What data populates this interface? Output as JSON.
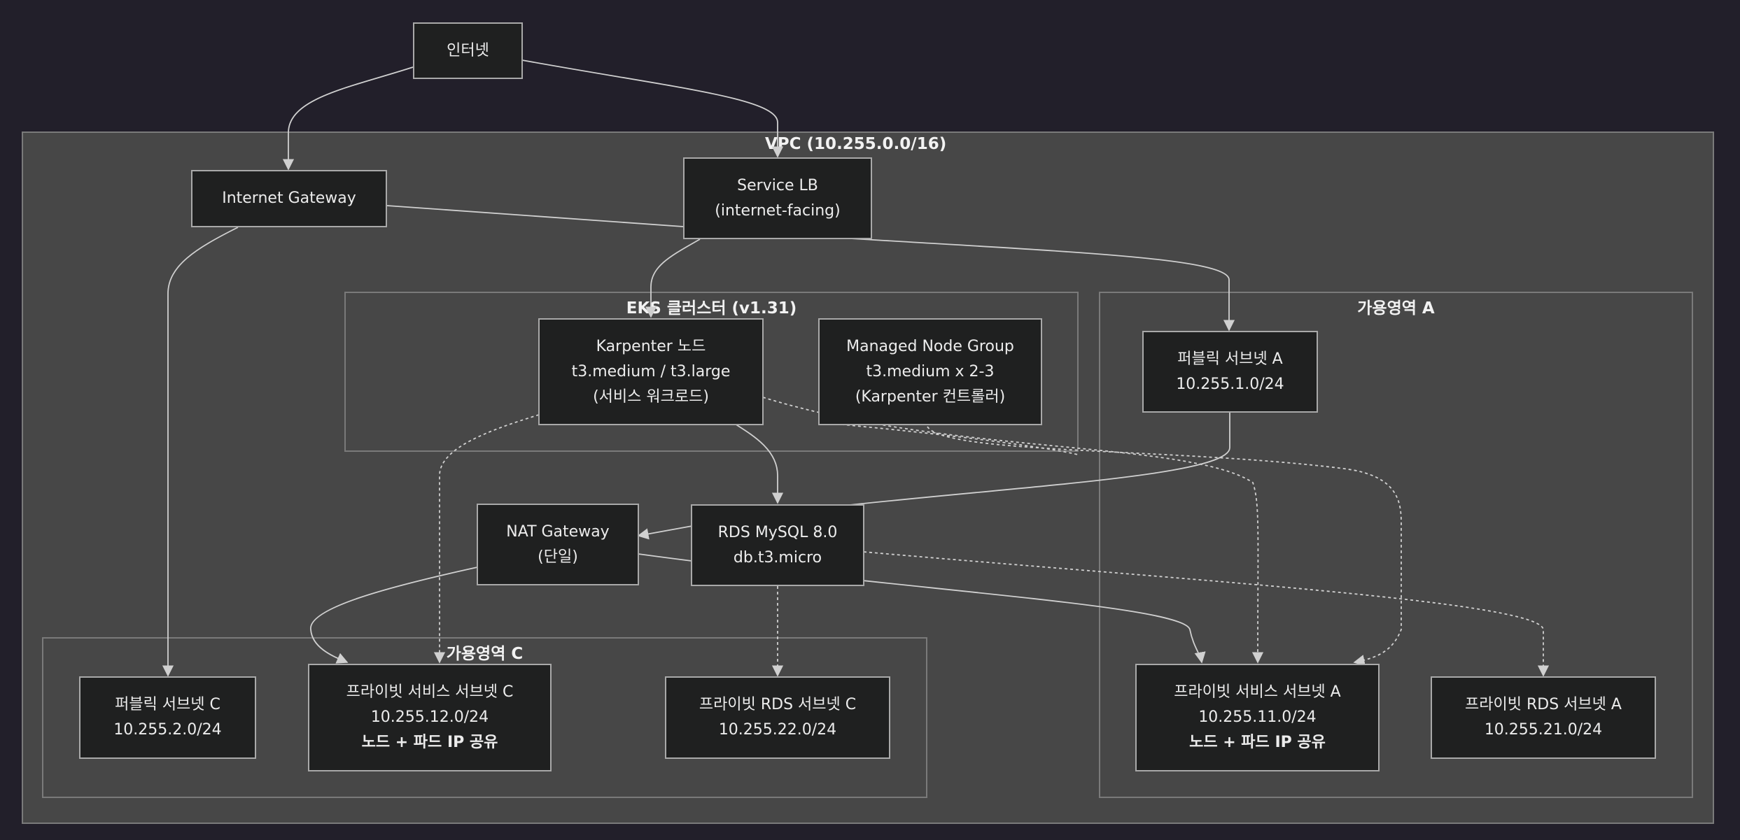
{
  "colors": {
    "background": "#221f2a",
    "vpc_fill": "#474747",
    "node_fill": "#1f2020",
    "stroke": "#d0d0d0"
  },
  "groups": {
    "vpc": "VPC (10.255.0.0/16)",
    "eks": "EKS 클러스터 (v1.31)",
    "az_a": "가용영역 A",
    "az_c": "가용영역 C"
  },
  "nodes": {
    "internet": {
      "line1": "인터넷"
    },
    "igw": {
      "line1": "Internet Gateway"
    },
    "lb": {
      "line1": "Service LB",
      "line2": "(internet-facing)"
    },
    "karpenter": {
      "line1": "Karpenter 노드",
      "line2": "t3.medium / t3.large",
      "line3": "(서비스 워크로드)"
    },
    "mng": {
      "line1": "Managed Node Group",
      "line2": "t3.medium x 2-3",
      "line3": "(Karpenter 컨트롤러)"
    },
    "nat": {
      "line1": "NAT Gateway",
      "line2": "(단일)"
    },
    "rds": {
      "line1": "RDS MySQL 8.0",
      "line2": "db.t3.micro"
    },
    "pub_a": {
      "line1": "퍼블릭 서브넷 A",
      "line2": "10.255.1.0/24"
    },
    "pub_c": {
      "line1": "퍼블릭 서브넷 C",
      "line2": "10.255.2.0/24"
    },
    "priv_svc_c": {
      "line1": "프라이빗 서비스 서브넷 C",
      "line2": "10.255.12.0/24",
      "line3": "노드 + 파드 IP 공유"
    },
    "priv_rds_c": {
      "line1": "프라이빗 RDS 서브넷 C",
      "line2": "10.255.22.0/24"
    },
    "priv_svc_a": {
      "line1": "프라이빗 서비스 서브넷 A",
      "line2": "10.255.11.0/24",
      "line3": "노드 + 파드 IP 공유"
    },
    "priv_rds_a": {
      "line1": "프라이빗 RDS 서브넷 A",
      "line2": "10.255.21.0/24"
    }
  }
}
